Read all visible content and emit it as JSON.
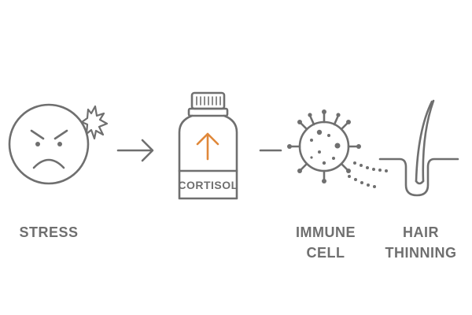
{
  "diagram": {
    "colors": {
      "stroke": "#6f6f6f",
      "accent": "#e0883a",
      "background": "#ffffff"
    },
    "steps": [
      {
        "id": "stress",
        "icon": "angry-face-icon",
        "label_lines": [
          "STRESS"
        ]
      },
      {
        "id": "cortisol",
        "icon": "bottle-up-arrow-icon",
        "bottle_label": "CORTISOL"
      },
      {
        "id": "immune-cell",
        "icon": "virus-icon",
        "label_lines": [
          "IMMUNE",
          "CELL"
        ]
      },
      {
        "id": "hair-thinning",
        "icon": "hair-follicle-icon",
        "label_lines": [
          "HAIR",
          "THINNING"
        ]
      }
    ],
    "connectors": [
      {
        "from": "stress",
        "to": "cortisol",
        "icon": "right-arrow-icon"
      },
      {
        "from": "cortisol",
        "to": "immune-cell",
        "icon": "dash-connector-icon"
      }
    ]
  }
}
